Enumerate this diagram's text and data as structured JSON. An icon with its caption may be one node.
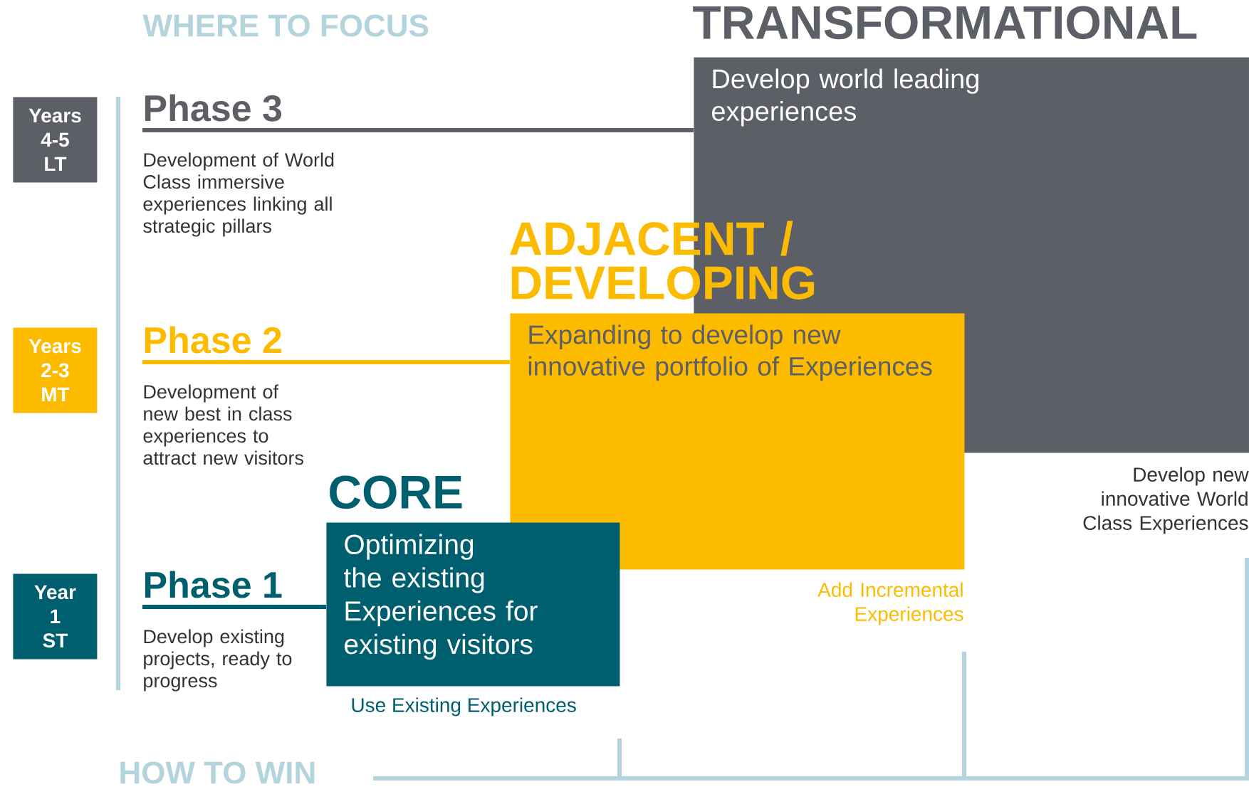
{
  "diagram": {
    "nodes": [
      {
        "text": [
          "Years 4-5 LT"
        ]
      },
      {
        "text": [
          "Years 2-3 MT"
        ]
      },
      {
        "text": [
          "Year 1 ST"
        ]
      },
      {
        "text": [
          "TRANSFORMATIONAL",
          "Develop world leading experiences"
        ]
      },
      {
        "text": [
          "ADJACENT / DEVELOPING",
          "Expanding to develop new innovative portfolio of Experiences"
        ]
      },
      {
        "text": [
          "CORE",
          "Optimizing the existing Experiences for existing visitors"
        ]
      },
      {
        "text": [
          "Phase 3",
          "Development of World Class immersive experiences linking all strategic pillars"
        ]
      },
      {
        "text": [
          "Phase 2",
          "Development of new best in class experiences to attract new visitors"
        ]
      },
      {
        "text": [
          "Phase 1",
          "Develop existing projects, ready to progress"
        ]
      }
    ],
    "edges": [
      {
        "from": 6,
        "to": 3,
        "arrow": "none",
        "color": "#5d5f66"
      },
      {
        "from": 7,
        "to": 4,
        "arrow": "none",
        "color": "#fdbb00"
      },
      {
        "from": 8,
        "to": 5,
        "arrow": "none",
        "color": "#005f6e"
      }
    ],
    "labels": [
      "WHERE TO FOCUS",
      "Develop new innovative World Class Experiences",
      "Add Incremental Experiences",
      "Use Existing Experiences",
      "HOW TO WIN"
    ]
  }
}
